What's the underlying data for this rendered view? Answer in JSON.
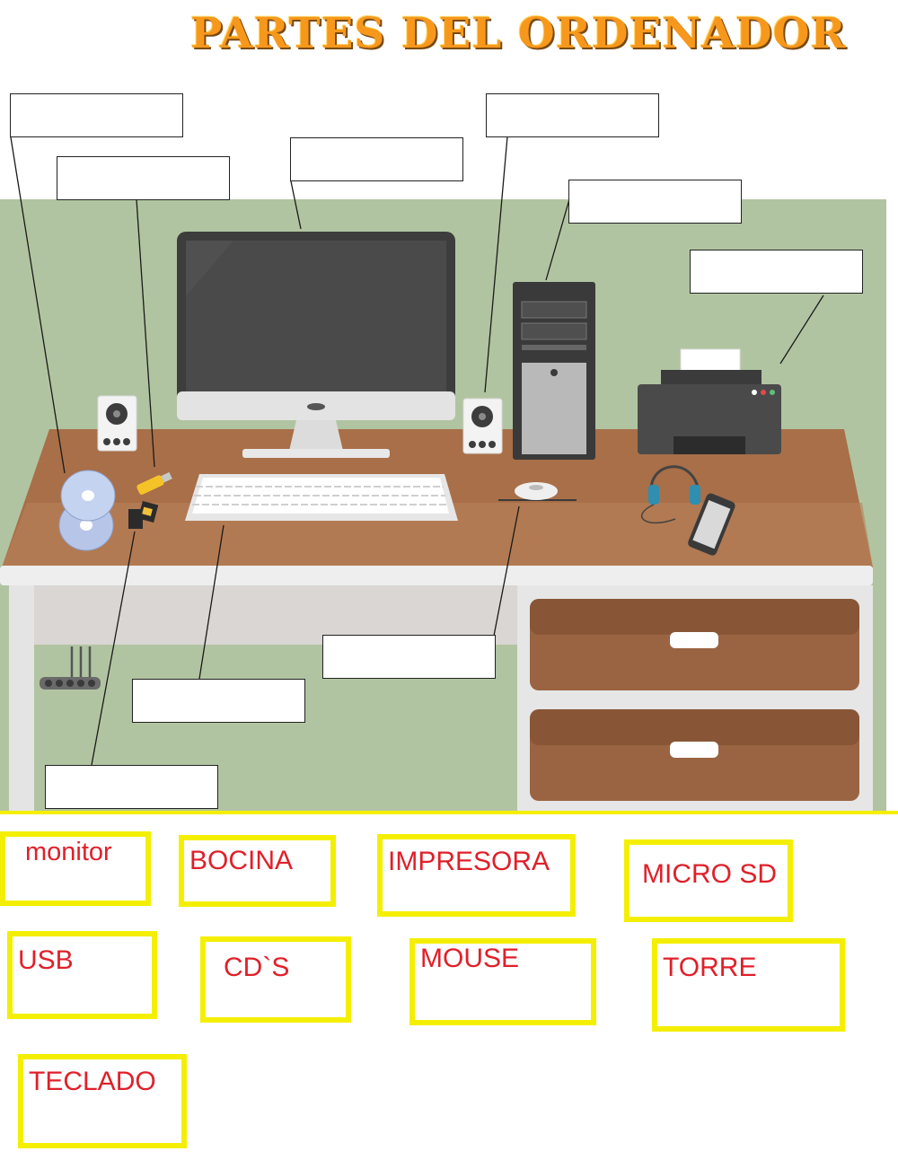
{
  "title": "PARTES DEL ORDENADOR",
  "colors": {
    "title_fill": "#f7981c",
    "wall": "#b1c4a1",
    "desk_top": "#a86f48",
    "drawer": "#9a6442",
    "tile_border": "#f4ef00",
    "tile_text": "#e0202a"
  },
  "scene": {
    "objects": [
      "cd-icon",
      "usb-drive-icon",
      "micro-sd-icon",
      "speaker-icon",
      "monitor-icon",
      "keyboard-icon",
      "mouse-icon",
      "tower-icon",
      "printer-icon",
      "headphones-icon",
      "smartphone-icon",
      "power-strip-icon",
      "desk-drawer-icon"
    ]
  },
  "drop_boxes": [
    "",
    "",
    "",
    "",
    "",
    "",
    "",
    "",
    "",
    "",
    ""
  ],
  "word_bank": [
    "monitor",
    "BOCINA",
    "IMPRESORA",
    "MICRO SD",
    "USB",
    "CD`S",
    "MOUSE",
    "TORRE",
    "TECLADO"
  ]
}
